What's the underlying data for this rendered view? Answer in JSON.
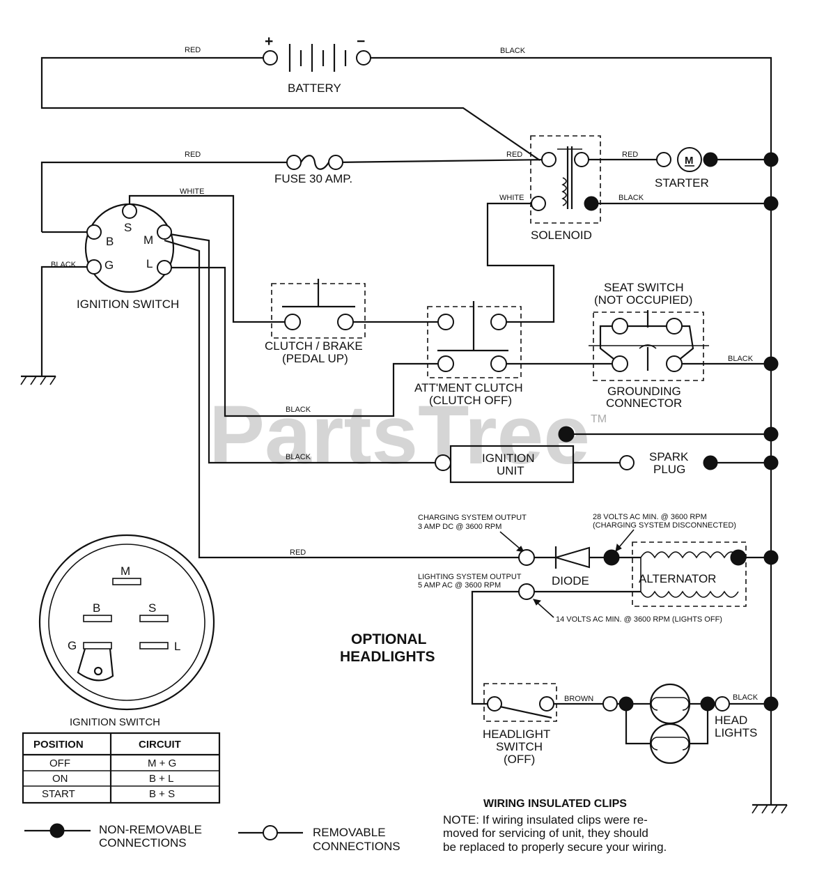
{
  "watermark": {
    "brand": "PartsTree",
    "tm": "TM"
  },
  "wire_colors": {
    "red": "RED",
    "black": "BLACK",
    "white": "WHITE",
    "brown": "BROWN"
  },
  "components": {
    "battery": "BATTERY",
    "battery_plus": "+",
    "battery_minus": "−",
    "fuse": "FUSE 30 AMP.",
    "starter": "STARTER",
    "starter_symbol": "M",
    "solenoid": "SOLENOID",
    "ignition_switch": "IGNITION SWITCH",
    "ign_terminals": {
      "s": "S",
      "b": "B",
      "m": "M",
      "g": "G",
      "l": "L"
    },
    "clutch_brake_1": "CLUTCH / BRAKE",
    "clutch_brake_2": "(PEDAL UP)",
    "attm_clutch_1": "ATT'MENT CLUTCH",
    "attm_clutch_2": "(CLUTCH OFF)",
    "seat_switch_1": "SEAT SWITCH",
    "seat_switch_2": "(NOT OCCUPIED)",
    "grounding_1": "GROUNDING",
    "grounding_2": "CONNECTOR",
    "ignition_unit_1": "IGNITION",
    "ignition_unit_2": "UNIT",
    "spark_plug_1": "SPARK",
    "spark_plug_2": "PLUG",
    "charging_1": "CHARGING SYSTEM OUTPUT",
    "charging_2": "3 AMP DC @ 3600 RPM",
    "ac28_1": "28 VOLTS AC MIN. @ 3600 RPM",
    "ac28_2": "(CHARGING SYSTEM DISCONNECTED)",
    "diode": "DIODE",
    "alternator": "ALTERNATOR",
    "lighting_1": "LIGHTING SYSTEM OUTPUT",
    "lighting_2": "5 AMP AC @ 3600 RPM",
    "ac14": "14 VOLTS AC MIN. @ 3600 RPM (LIGHTS OFF)",
    "optional_1": "OPTIONAL",
    "optional_2": "HEADLIGHTS",
    "headlight_switch_1": "HEADLIGHT",
    "headlight_switch_2": "SWITCH",
    "headlight_switch_3": "(OFF)",
    "headlights_1": "HEAD",
    "headlights_2": "LIGHTS"
  },
  "ignition_detail": {
    "title": "IGNITION SWITCH",
    "terminals": {
      "m": "M",
      "b": "B",
      "s": "S",
      "g": "G",
      "l": "L"
    },
    "table_headers": [
      "POSITION",
      "CIRCUIT"
    ],
    "table_rows": [
      [
        "OFF",
        "M + G"
      ],
      [
        "ON",
        "B + L"
      ],
      [
        "START",
        "B + S"
      ]
    ]
  },
  "legend": {
    "non_removable_1": "NON-REMOVABLE",
    "non_removable_2": "CONNECTIONS",
    "removable_1": "REMOVABLE",
    "removable_2": "CONNECTIONS"
  },
  "note": {
    "title": "WIRING INSULATED CLIPS",
    "line1": "NOTE: If wiring insulated clips  were  re-",
    "line2": "moved  for servicing  of  unit,  they should",
    "line3": "be replaced to properly secure your wiring."
  }
}
